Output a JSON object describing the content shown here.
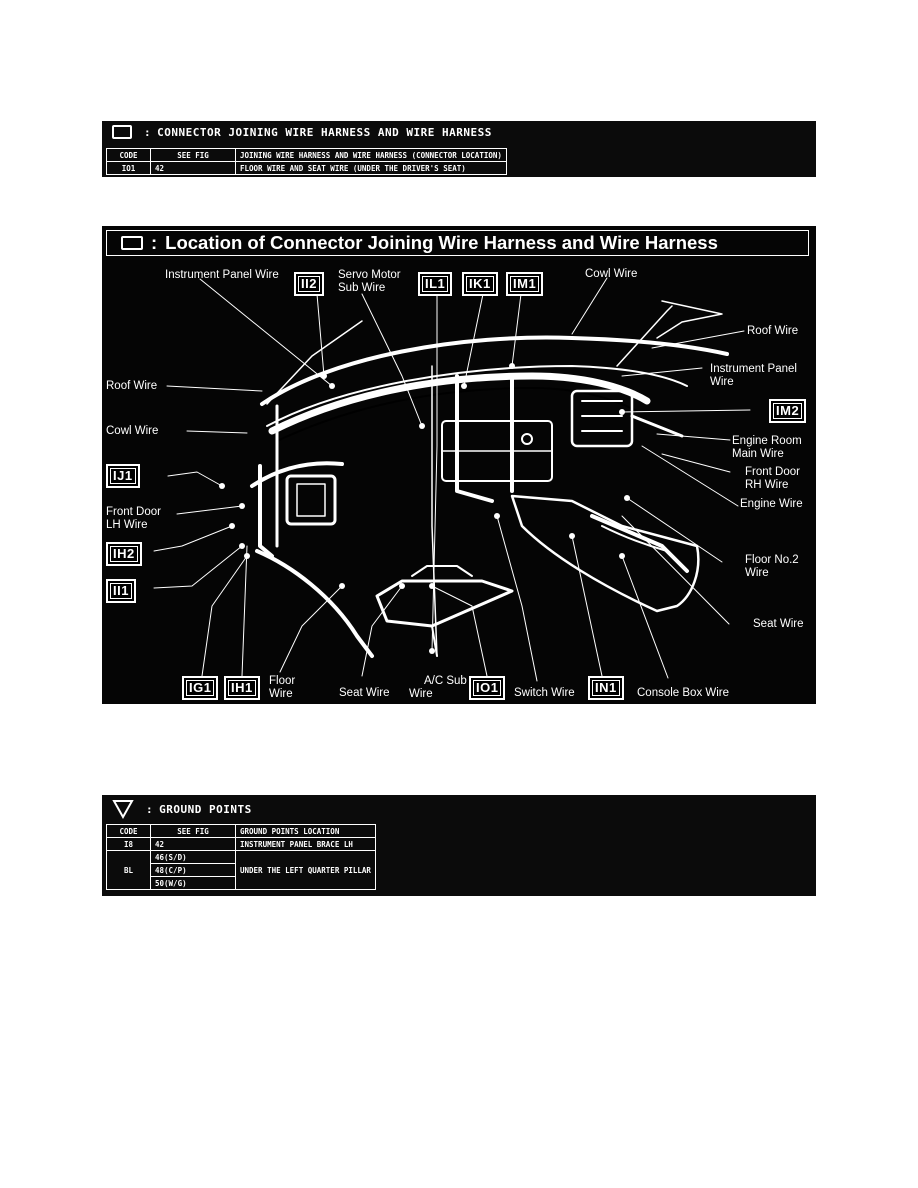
{
  "connector_table": {
    "title": "CONNECTOR JOINING WIRE HARNESS AND WIRE HARNESS",
    "headers": [
      "CODE",
      "SEE FIG",
      "JOINING WIRE HARNESS AND WIRE HARNESS (CONNECTOR LOCATION)"
    ],
    "rows": [
      [
        "IO1",
        "42",
        "FLOOR WIRE AND SEAT WIRE (UNDER THE DRIVER'S SEAT)"
      ]
    ]
  },
  "diagram": {
    "title": "Location of Connector Joining Wire Harness and Wire Harness",
    "codes": {
      "II2": "II2",
      "IL1": "IL1",
      "IK1": "IK1",
      "IM1": "IM1",
      "IM2": "IM2",
      "IJ1": "IJ1",
      "IH2": "IH2",
      "II1": "II1",
      "IG1": "IG1",
      "IH1": "IH1",
      "IO1": "IO1",
      "IN1": "IN1"
    },
    "labels": {
      "instrument_panel_wire_top": "Instrument Panel Wire",
      "servo_motor_1": "Servo Motor",
      "servo_motor_2": "Sub Wire",
      "cowl_wire_top": "Cowl Wire",
      "roof_wire_right": "Roof Wire",
      "instrument_panel_wire_right_1": "Instrument Panel",
      "instrument_panel_wire_right_2": "Wire",
      "roof_wire_left": "Roof Wire",
      "cowl_wire_left": "Cowl Wire",
      "engine_room_1": "Engine Room",
      "engine_room_2": "Main Wire",
      "front_door_rh_1": "Front Door",
      "front_door_rh_2": "RH Wire",
      "engine_wire": "Engine Wire",
      "front_door_lh_1": "Front Door",
      "front_door_lh_2": "LH Wire",
      "floor_no2_1": "Floor No.2",
      "floor_no2_2": "Wire",
      "seat_wire_right": "Seat Wire",
      "floor_wire_1": "Floor",
      "floor_wire_2": "Wire",
      "seat_wire_bottom": "Seat Wire",
      "ac_sub_1": "A/C Sub",
      "ac_sub_2": "Wire",
      "switch_wire": "Switch Wire",
      "console_box_wire": "Console Box Wire"
    }
  },
  "ground_table": {
    "title": "GROUND POINTS",
    "headers": [
      "CODE",
      "SEE FIG",
      "GROUND POINTS LOCATION"
    ],
    "row1": [
      "I8",
      "42",
      "INSTRUMENT PANEL BRACE LH"
    ],
    "row2_code": "BL",
    "row2_figs": [
      "46(S/D)",
      "48(C/P)",
      "50(W/G)"
    ],
    "row2_location": "UNDER THE LEFT QUARTER PILLAR"
  }
}
